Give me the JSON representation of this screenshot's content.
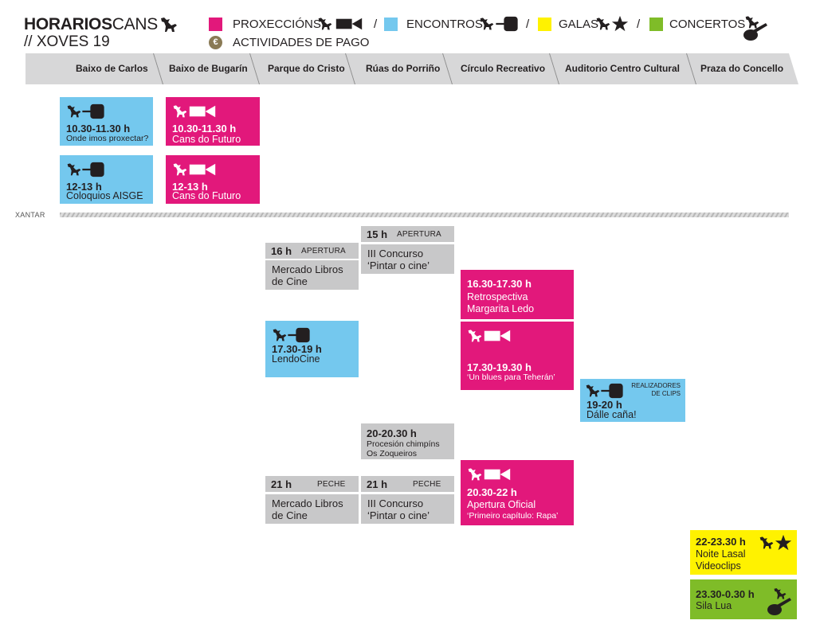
{
  "header": {
    "title_bold": "HORARIOS",
    "title_light": "CANS",
    "subtitle": "// XOVES 19"
  },
  "legend": {
    "proxeccions": "PROXECCIÓNS",
    "encontros": "ENCONTROS",
    "galas": "GALAS",
    "concertos": "CONCERTOS",
    "pago": "ACTIVIDADES DE PAGO",
    "euro_symbol": "€",
    "sep": "/",
    "colors": {
      "proxeccions": "#e2187b",
      "encontros": "#74c8ee",
      "galas": "#fff200",
      "concertos": "#7fbc28",
      "pago": "#8a7a55",
      "gris": "#c8c8c9"
    }
  },
  "venues": [
    "Baixo de Carlos",
    "Baixo de Bugarín",
    "Parque do Cristo",
    "Rúas do Porriño",
    "Círculo Recreativo",
    "Auditorio Centro Cultural",
    "Praza do Concello"
  ],
  "xantar": "XANTAR",
  "events": {
    "onde": {
      "time": "10.30-11.30 h",
      "name": "Onde imos proxectar?"
    },
    "futuro1": {
      "time": "10.30-11.30 h",
      "name": "Cans do Futuro"
    },
    "aisge": {
      "time": "12-13 h",
      "name": "Coloquios AISGE"
    },
    "futuro2": {
      "time": "12-13 h",
      "name": "Cans do Futuro"
    },
    "mercado_open": {
      "time": "16 h",
      "tag": "APERTURA",
      "line1": "Mercado Libros",
      "line2": "de Cine"
    },
    "concurso_open": {
      "time": "15 h",
      "tag": "APERTURA",
      "line1": "III Concurso",
      "line2": "‘Pintar o cine’"
    },
    "retro": {
      "time": "16.30-17.30 h",
      "line1": "Retrospectiva",
      "line2": "Margarita Ledo"
    },
    "lendo": {
      "time": "17.30-19 h",
      "name": "LendoCine"
    },
    "blues": {
      "time": "17.30-19.30 h",
      "name": "‘Un blues para Teherán’"
    },
    "clips": {
      "tag1": "REALIZADORES",
      "tag2": "DE CLIPS",
      "time": "19-20 h",
      "name": "Dálle caña!"
    },
    "chimpins": {
      "time": "20-20.30 h",
      "line1": "Procesión chimpíns",
      "line2": "Os Zoqueiros"
    },
    "mercado_close": {
      "time": "21 h",
      "tag": "PECHE",
      "line1": "Mercado Libros",
      "line2": "de Cine"
    },
    "concurso_close": {
      "time": "21 h",
      "tag": "PECHE",
      "line1": "III Concurso",
      "line2": "‘Pintar o cine’"
    },
    "apertura": {
      "time": "20.30-22 h",
      "line1": "Apertura Oficial",
      "line2": "‘Primeiro capítulo: Rapa’"
    },
    "lasal": {
      "time": "22-23.30 h",
      "line1": "Noite Lasal",
      "line2": "Videoclips"
    },
    "sila": {
      "time": "23.30-0.30 h",
      "name": "Sila Lua"
    }
  }
}
